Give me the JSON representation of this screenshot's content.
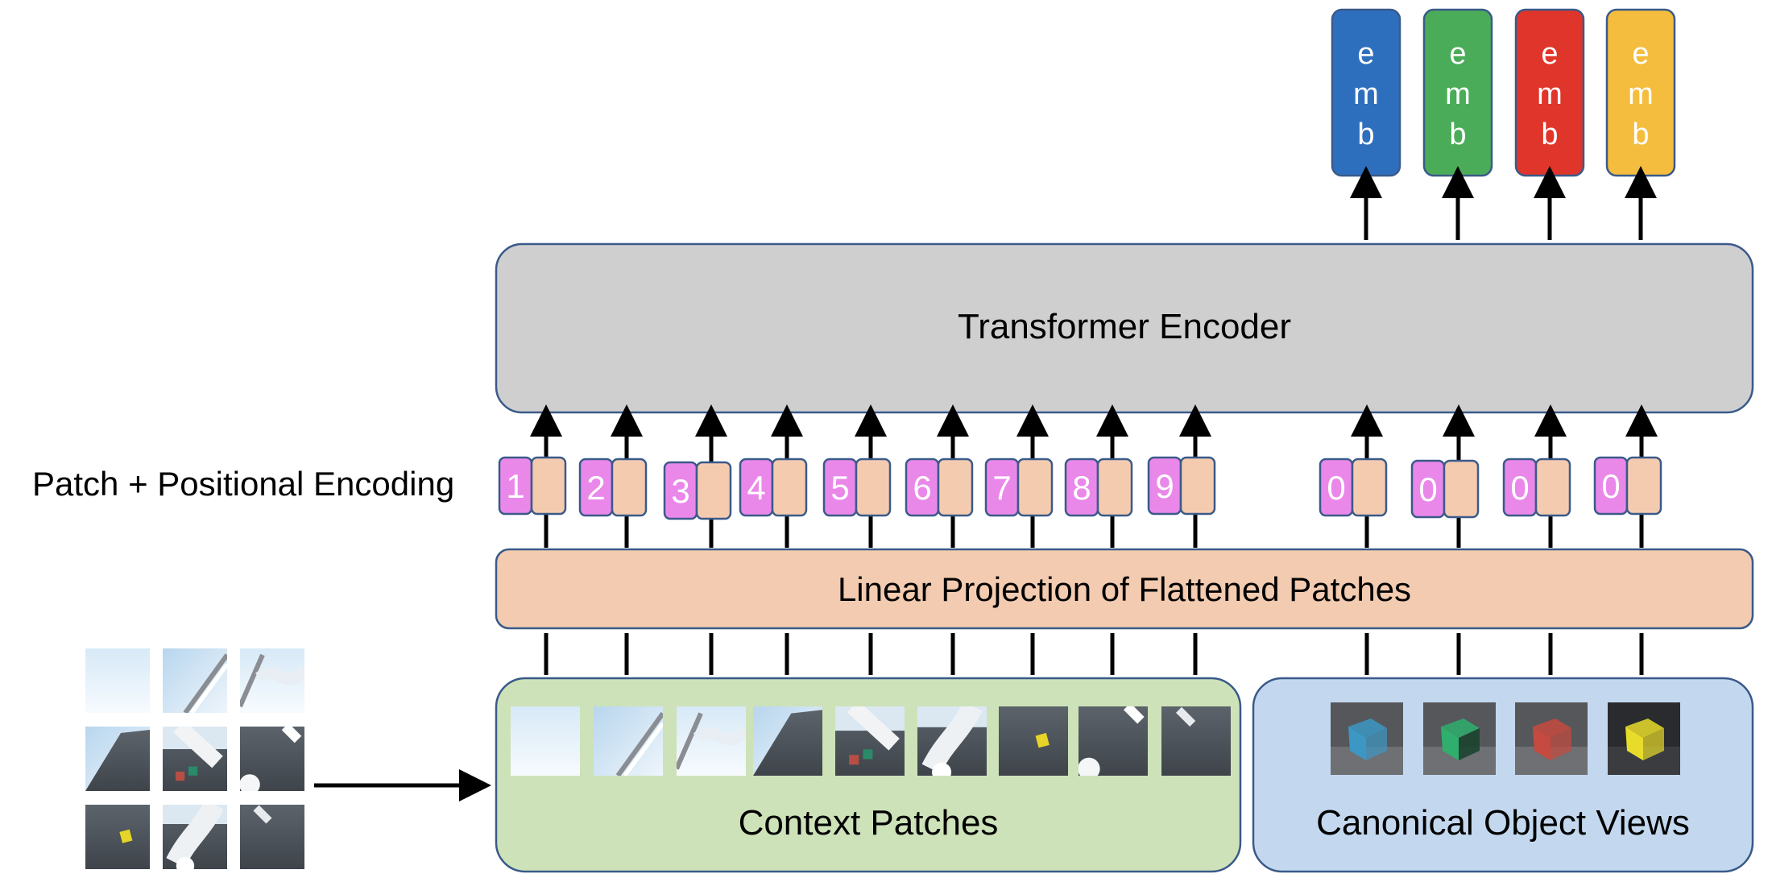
{
  "labels": {
    "encoder": "Transformer Encoder",
    "projection": "Linear Projection of Flattened Patches",
    "encoding": "Patch + Positional Encoding",
    "context": "Context Patches",
    "canonical": "Canonical Object Views"
  },
  "embeddings": [
    {
      "letters": [
        "e",
        "m",
        "b"
      ],
      "color": "#2e6fbd"
    },
    {
      "letters": [
        "e",
        "m",
        "b"
      ],
      "color": "#4aac58"
    },
    {
      "letters": [
        "e",
        "m",
        "b"
      ],
      "color": "#e0352a"
    },
    {
      "letters": [
        "e",
        "m",
        "b"
      ],
      "color": "#f4bd3e"
    }
  ],
  "context_positions": [
    "1",
    "2",
    "3",
    "4",
    "5",
    "6",
    "7",
    "8",
    "9"
  ],
  "object_positions": [
    "0",
    "0",
    "0",
    "0"
  ],
  "object_colors": [
    "#3d97c4",
    "#2fae6d",
    "#c54a3f",
    "#e8dc2a"
  ],
  "colors": {
    "encoder_fill": "#d0cfd0",
    "projection_fill": "#f2cbb0",
    "context_fill": "#cde2b9",
    "canonical_fill": "#c3d8ee",
    "position_fill": "#ea88ea",
    "patch_token_fill": "#f5cbb0",
    "border": "#3a5a8a"
  }
}
